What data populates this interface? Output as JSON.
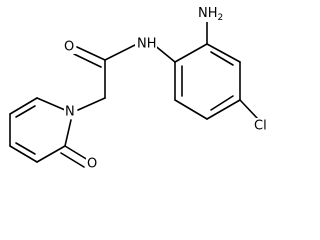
{
  "molecule": {
    "atoms": {
      "nh2": {
        "symbol": "NH",
        "sub": "2"
      },
      "nh": {
        "symbol": "NH"
      },
      "o_amide": {
        "symbol": "O"
      },
      "n_ring": {
        "symbol": "N"
      },
      "o_ring": {
        "symbol": "O"
      },
      "cl": {
        "symbol": "Cl"
      }
    }
  }
}
